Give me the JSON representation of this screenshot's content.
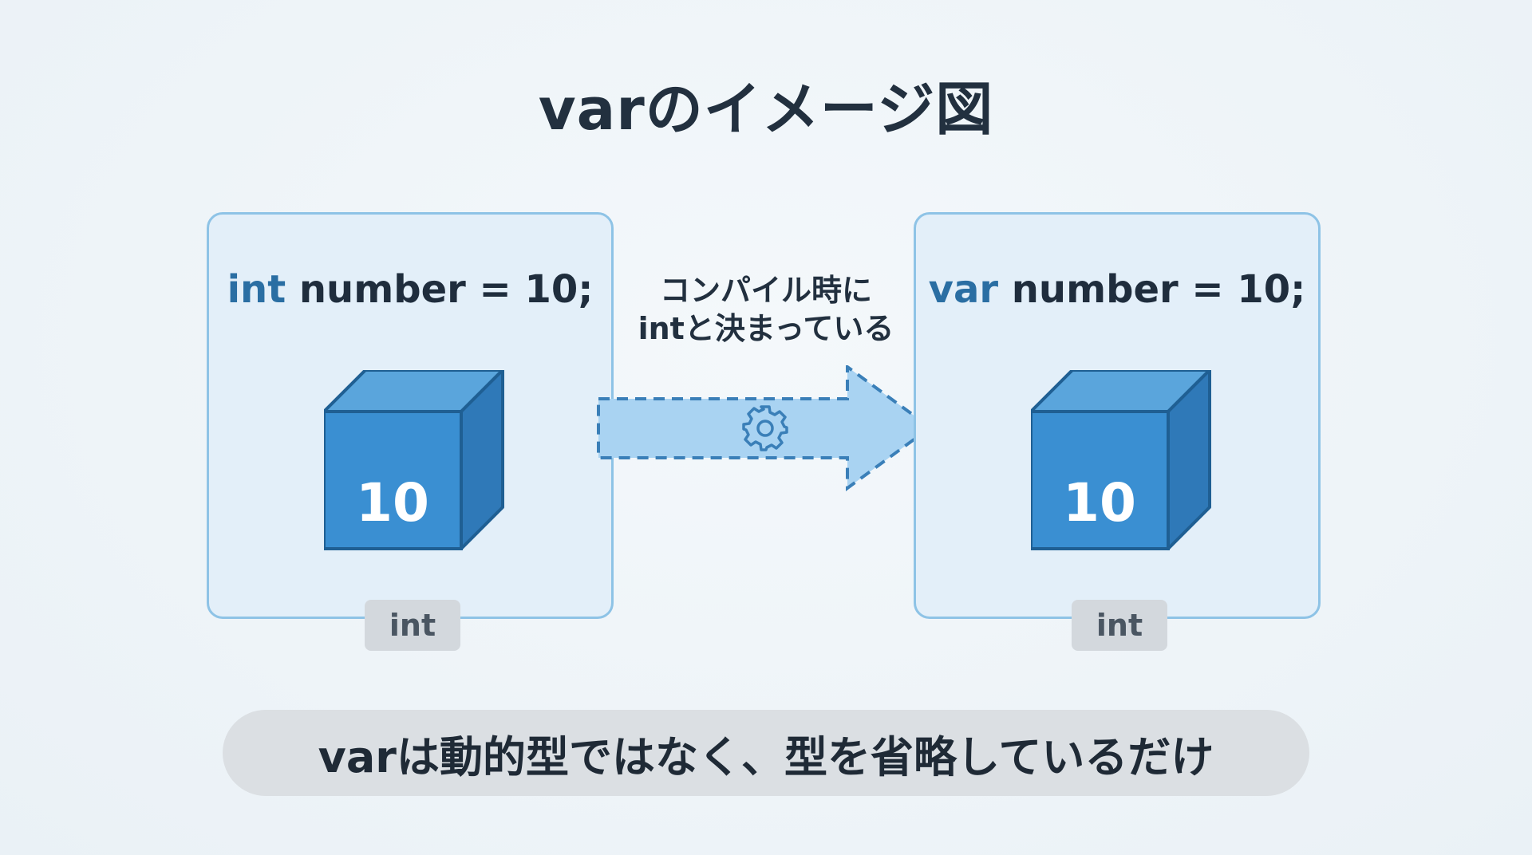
{
  "title": "varのイメージ図",
  "left_panel": {
    "code_keyword": "int",
    "code_rest": " number = 10;",
    "cube_value": "10",
    "type_label": "int"
  },
  "arrow": {
    "note_line1": "コンパイル時に",
    "note_line2": "intと決まっている",
    "icon": "gear-icon"
  },
  "right_panel": {
    "code_keyword": "var",
    "code_rest": " number = 10;",
    "cube_value": "10",
    "type_label": "int"
  },
  "summary": "varは動的型ではなく、型を省略しているだけ",
  "colors": {
    "keyword": "#2a6ea3",
    "cube_front": "#3a8fd2",
    "arrow_fill": "#a9d3f2",
    "panel_border": "#8ec3e6"
  }
}
